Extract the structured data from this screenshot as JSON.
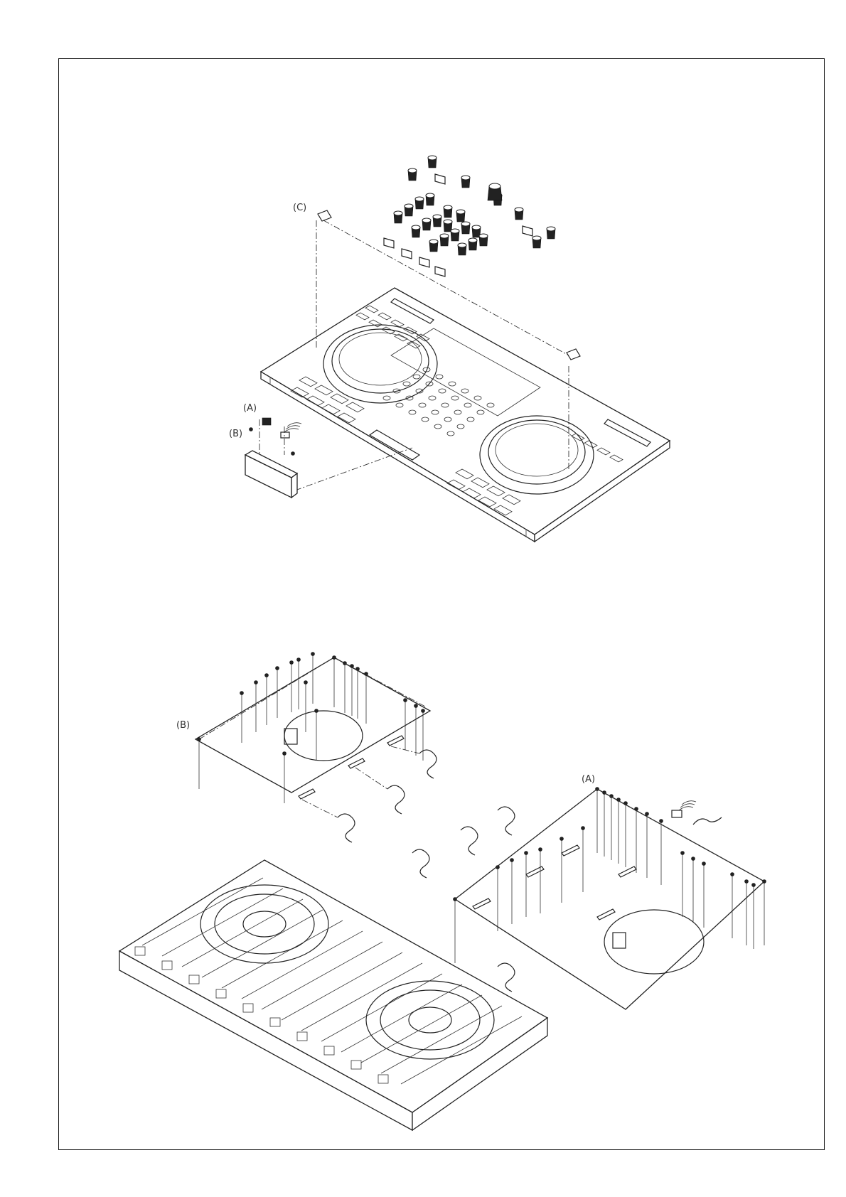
{
  "callouts": {
    "c_top": "(C)",
    "a_top": "(A)",
    "b_top": "(B)",
    "b_bottom": "(B)",
    "a_bottom": "(A)"
  },
  "colors": {
    "line": "#222222",
    "background": "#ffffff"
  }
}
